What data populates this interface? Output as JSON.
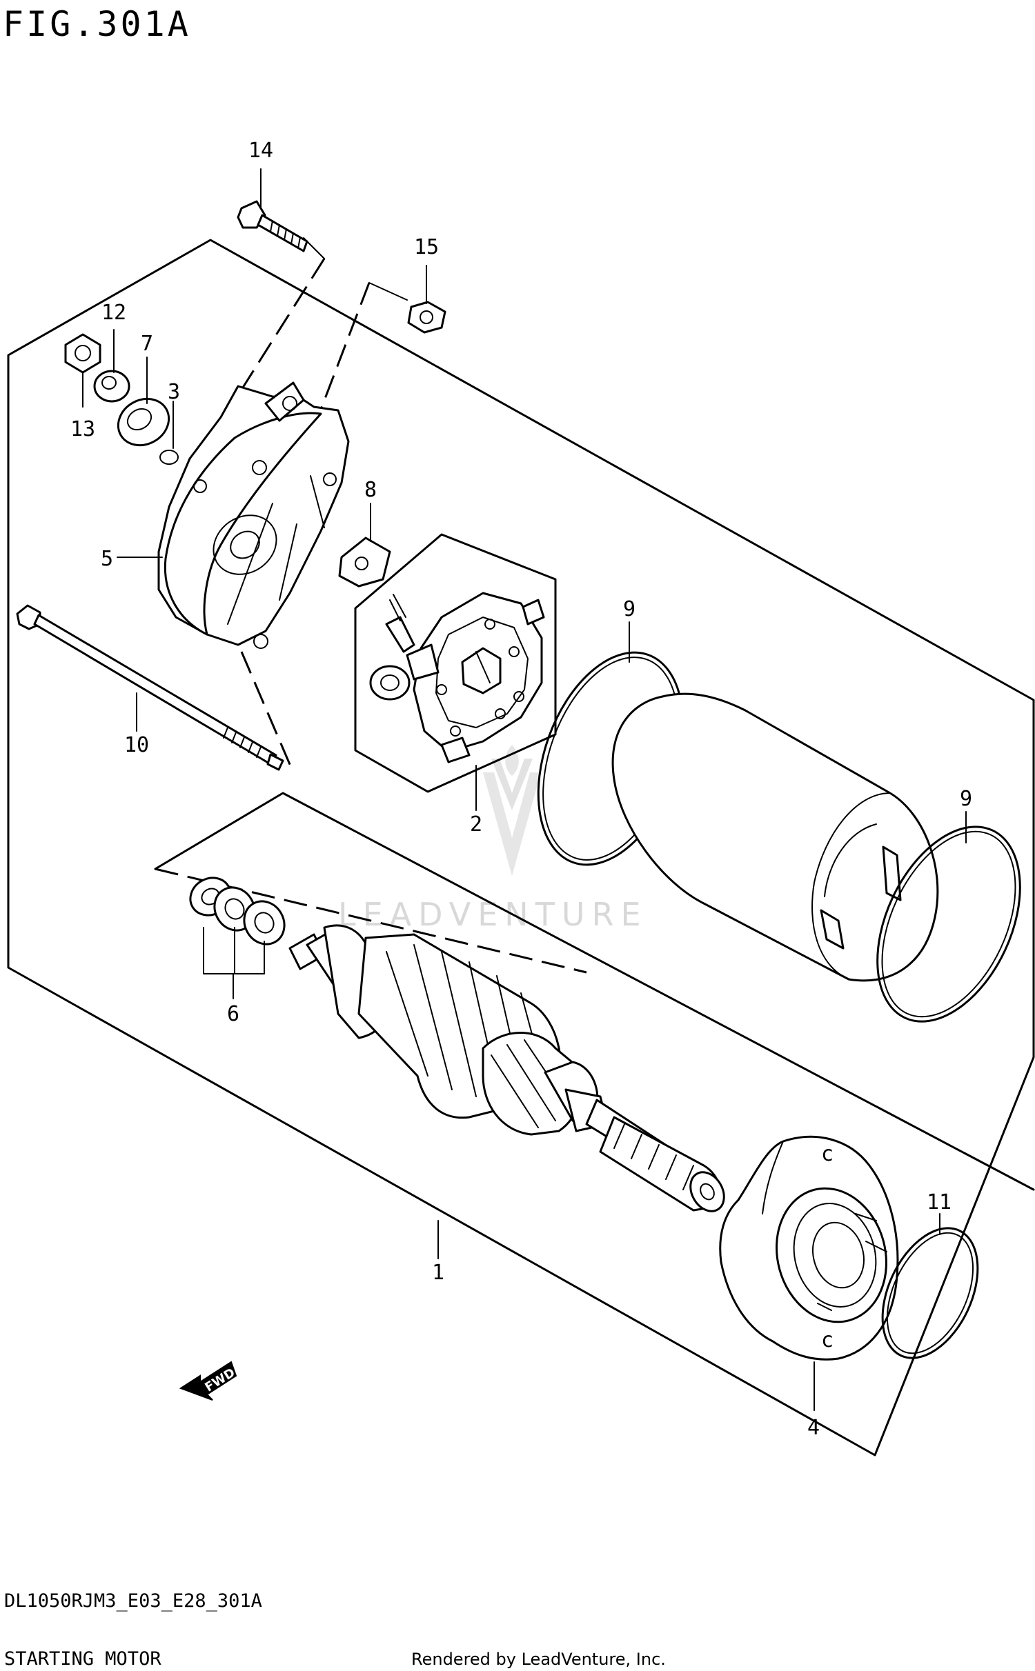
{
  "figure": {
    "title": "FIG.301A",
    "code": "DL1050RJM3_E03_E28_301A",
    "name": "STARTING MOTOR",
    "rendered_by": "Rendered by LeadVenture, Inc."
  },
  "watermark": {
    "text": "LEADVENTURE"
  },
  "direction_marker": {
    "label": "FWD"
  },
  "callouts": {
    "c1": "1",
    "c2": "2",
    "c3": "3",
    "c4": "4",
    "c5": "5",
    "c6": "6",
    "c7": "7",
    "c8": "8",
    "c9a": "9",
    "c9b": "9",
    "c10": "10",
    "c11": "11",
    "c12": "12",
    "c13": "13",
    "c14": "14",
    "c15": "15"
  }
}
